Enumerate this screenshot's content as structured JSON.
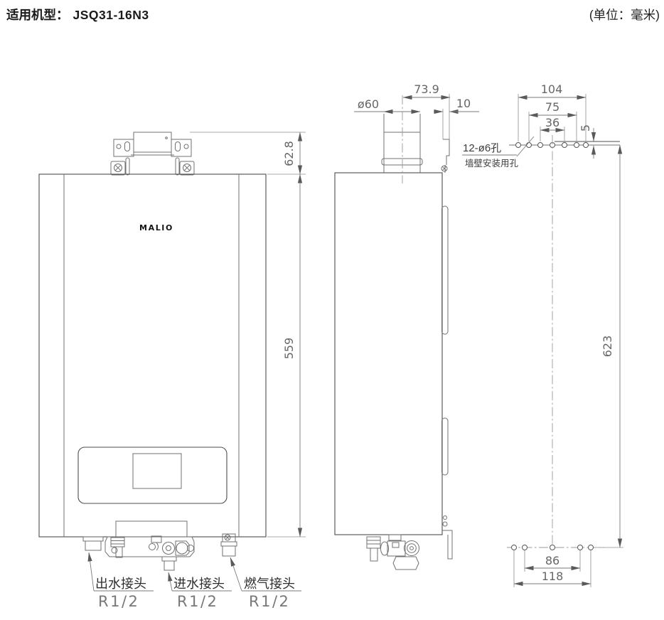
{
  "header": {
    "model_label": "适用机型：",
    "model_value": "JSQ31-16N3",
    "unit_note": "(单位：毫米)"
  },
  "front_view": {
    "brand": "MALIO",
    "dim_bracket_height": "62.8",
    "dim_body_height": "559",
    "connectors": [
      {
        "label": "出水接头",
        "spec": "R1/2"
      },
      {
        "label": "进水接头",
        "spec": "R1/2"
      },
      {
        "label": "燃气接头",
        "spec": "R1/2"
      }
    ]
  },
  "side_view": {
    "dim_flue_diameter": "ø60",
    "dim_flue_center_to_wall": "73.9",
    "dim_bracket_offset": "10"
  },
  "rear_view": {
    "dim_top_span_outer": "104",
    "dim_top_span_mid": "75",
    "dim_top_span_inner": "36",
    "dim_edge_to_holes": "5",
    "dim_vertical_span": "623",
    "dim_bottom_span_inner": "86",
    "dim_bottom_span_outer": "118",
    "holes_label": "12-ø6孔",
    "holes_note": "墙壁安装用孔"
  }
}
